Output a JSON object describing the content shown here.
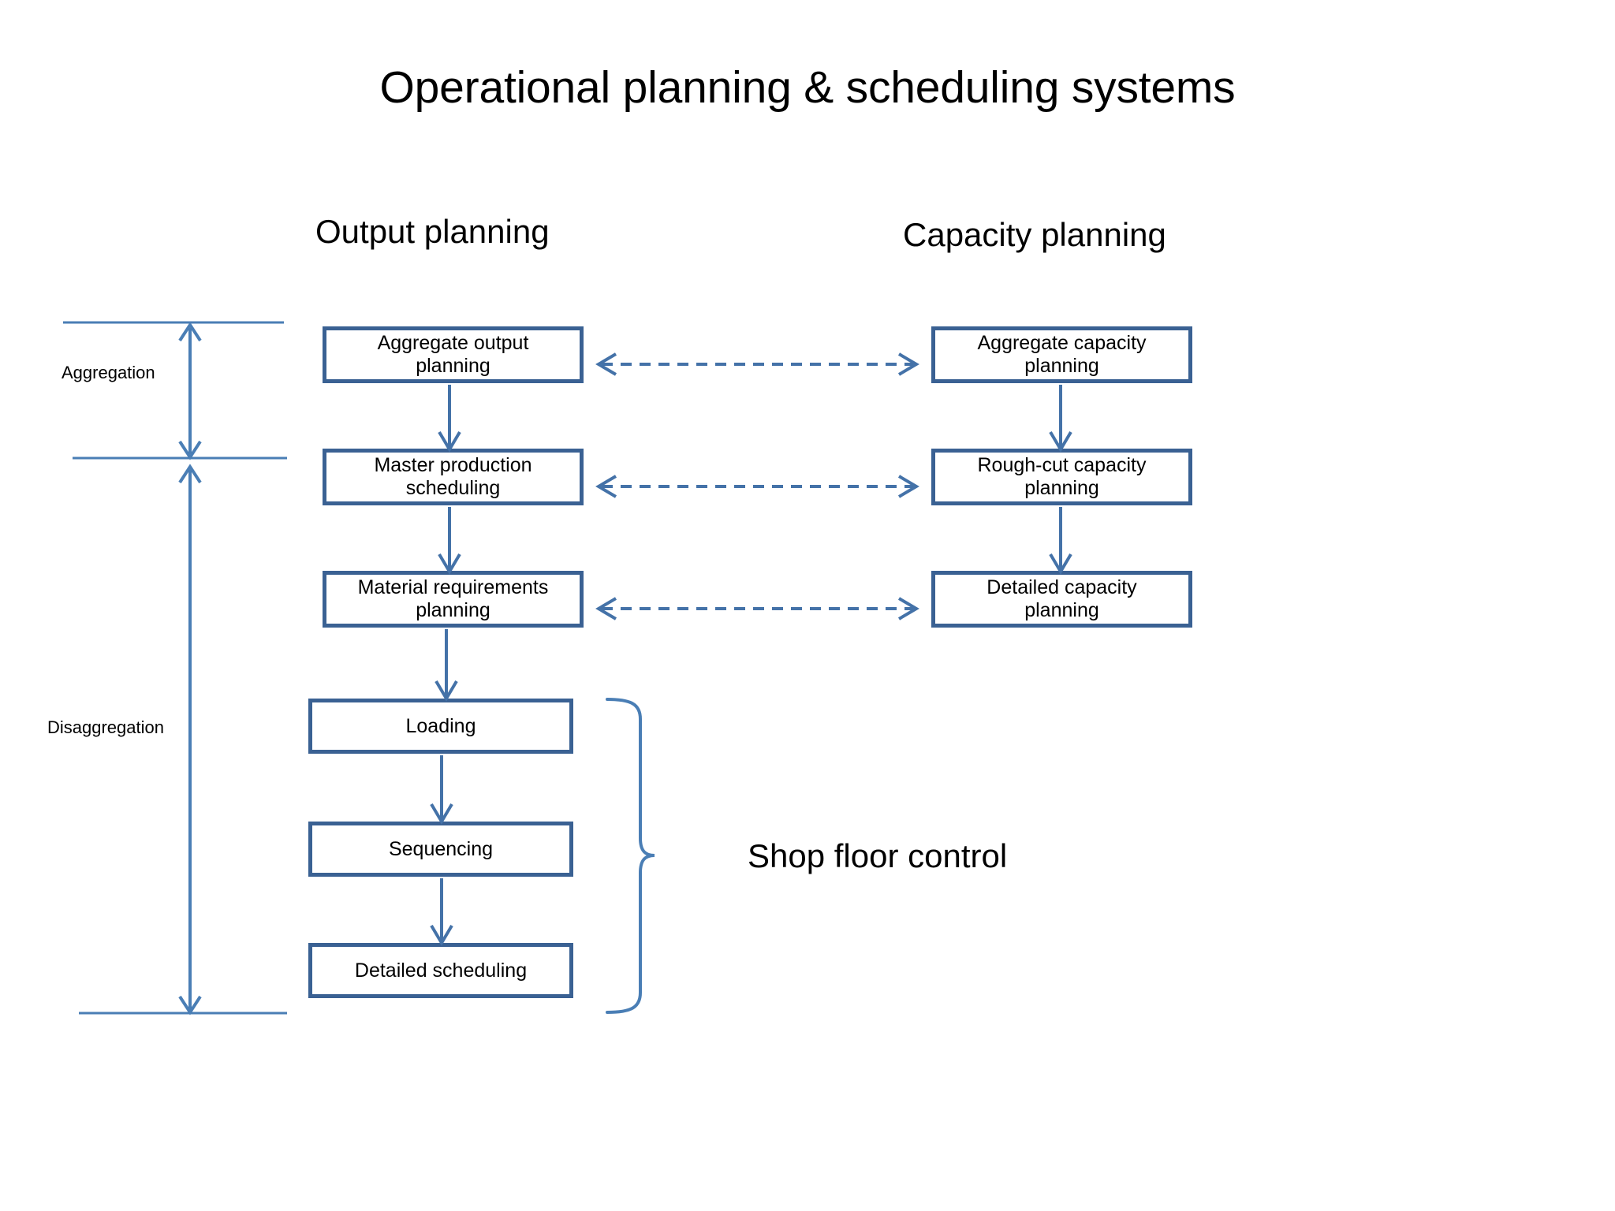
{
  "title": "Operational planning & scheduling systems",
  "columns": {
    "output": "Output planning",
    "capacity": "Capacity planning"
  },
  "side_labels": {
    "aggregation": "Aggregation",
    "disaggregation": "Disaggregation"
  },
  "brace_label": "Shop floor control",
  "colors": {
    "box_border": "#3A6193",
    "connector": "#4472A8",
    "dashed_link": "#4472A8",
    "scale_line": "#4A7EB5",
    "brace": "#4A7EB5",
    "box_fill": "#FFFFFF",
    "text": "#000000",
    "background": "#FFFFFF"
  },
  "boxes": {
    "output": [
      {
        "id": "aggregate-output-planning",
        "label": "Aggregate output\nplanning"
      },
      {
        "id": "master-production-scheduling",
        "label": "Master production\nscheduling"
      },
      {
        "id": "material-requirements-planning",
        "label": "Material requirements\nplanning"
      },
      {
        "id": "loading",
        "label": "Loading"
      },
      {
        "id": "sequencing",
        "label": "Sequencing"
      },
      {
        "id": "detailed-scheduling",
        "label": "Detailed scheduling"
      }
    ],
    "capacity": [
      {
        "id": "aggregate-capacity-planning",
        "label": "Aggregate  capacity\nplanning"
      },
      {
        "id": "rough-cut-capacity-planning",
        "label": "Rough-cut  capacity\nplanning"
      },
      {
        "id": "detailed-capacity-planning",
        "label": "Detailed capacity\nplanning"
      }
    ]
  },
  "links": {
    "horizontal_dashed": [
      {
        "from": "aggregate-output-planning",
        "to": "aggregate-capacity-planning",
        "style": "dashed",
        "arrows": "both"
      },
      {
        "from": "master-production-scheduling",
        "to": "rough-cut-capacity-planning",
        "style": "dashed",
        "arrows": "both"
      },
      {
        "from": "material-requirements-planning",
        "to": "detailed-capacity-planning",
        "style": "dashed",
        "arrows": "both"
      }
    ],
    "vertical_output": [
      {
        "from": "aggregate-output-planning",
        "to": "master-production-scheduling",
        "style": "solid",
        "arrows": "down"
      },
      {
        "from": "master-production-scheduling",
        "to": "material-requirements-planning",
        "style": "solid",
        "arrows": "down"
      },
      {
        "from": "material-requirements-planning",
        "to": "loading",
        "style": "solid",
        "arrows": "down"
      },
      {
        "from": "loading",
        "to": "sequencing",
        "style": "solid",
        "arrows": "down"
      },
      {
        "from": "sequencing",
        "to": "detailed-scheduling",
        "style": "solid",
        "arrows": "down"
      }
    ],
    "vertical_capacity": [
      {
        "from": "aggregate-capacity-planning",
        "to": "rough-cut-capacity-planning",
        "style": "solid",
        "arrows": "down"
      },
      {
        "from": "rough-cut-capacity-planning",
        "to": "detailed-capacity-planning",
        "style": "solid",
        "arrows": "down"
      }
    ]
  },
  "scale": {
    "aggregation_arrow": "double-headed vertical arrow",
    "disaggregation_arrow": "double-headed vertical arrow"
  }
}
